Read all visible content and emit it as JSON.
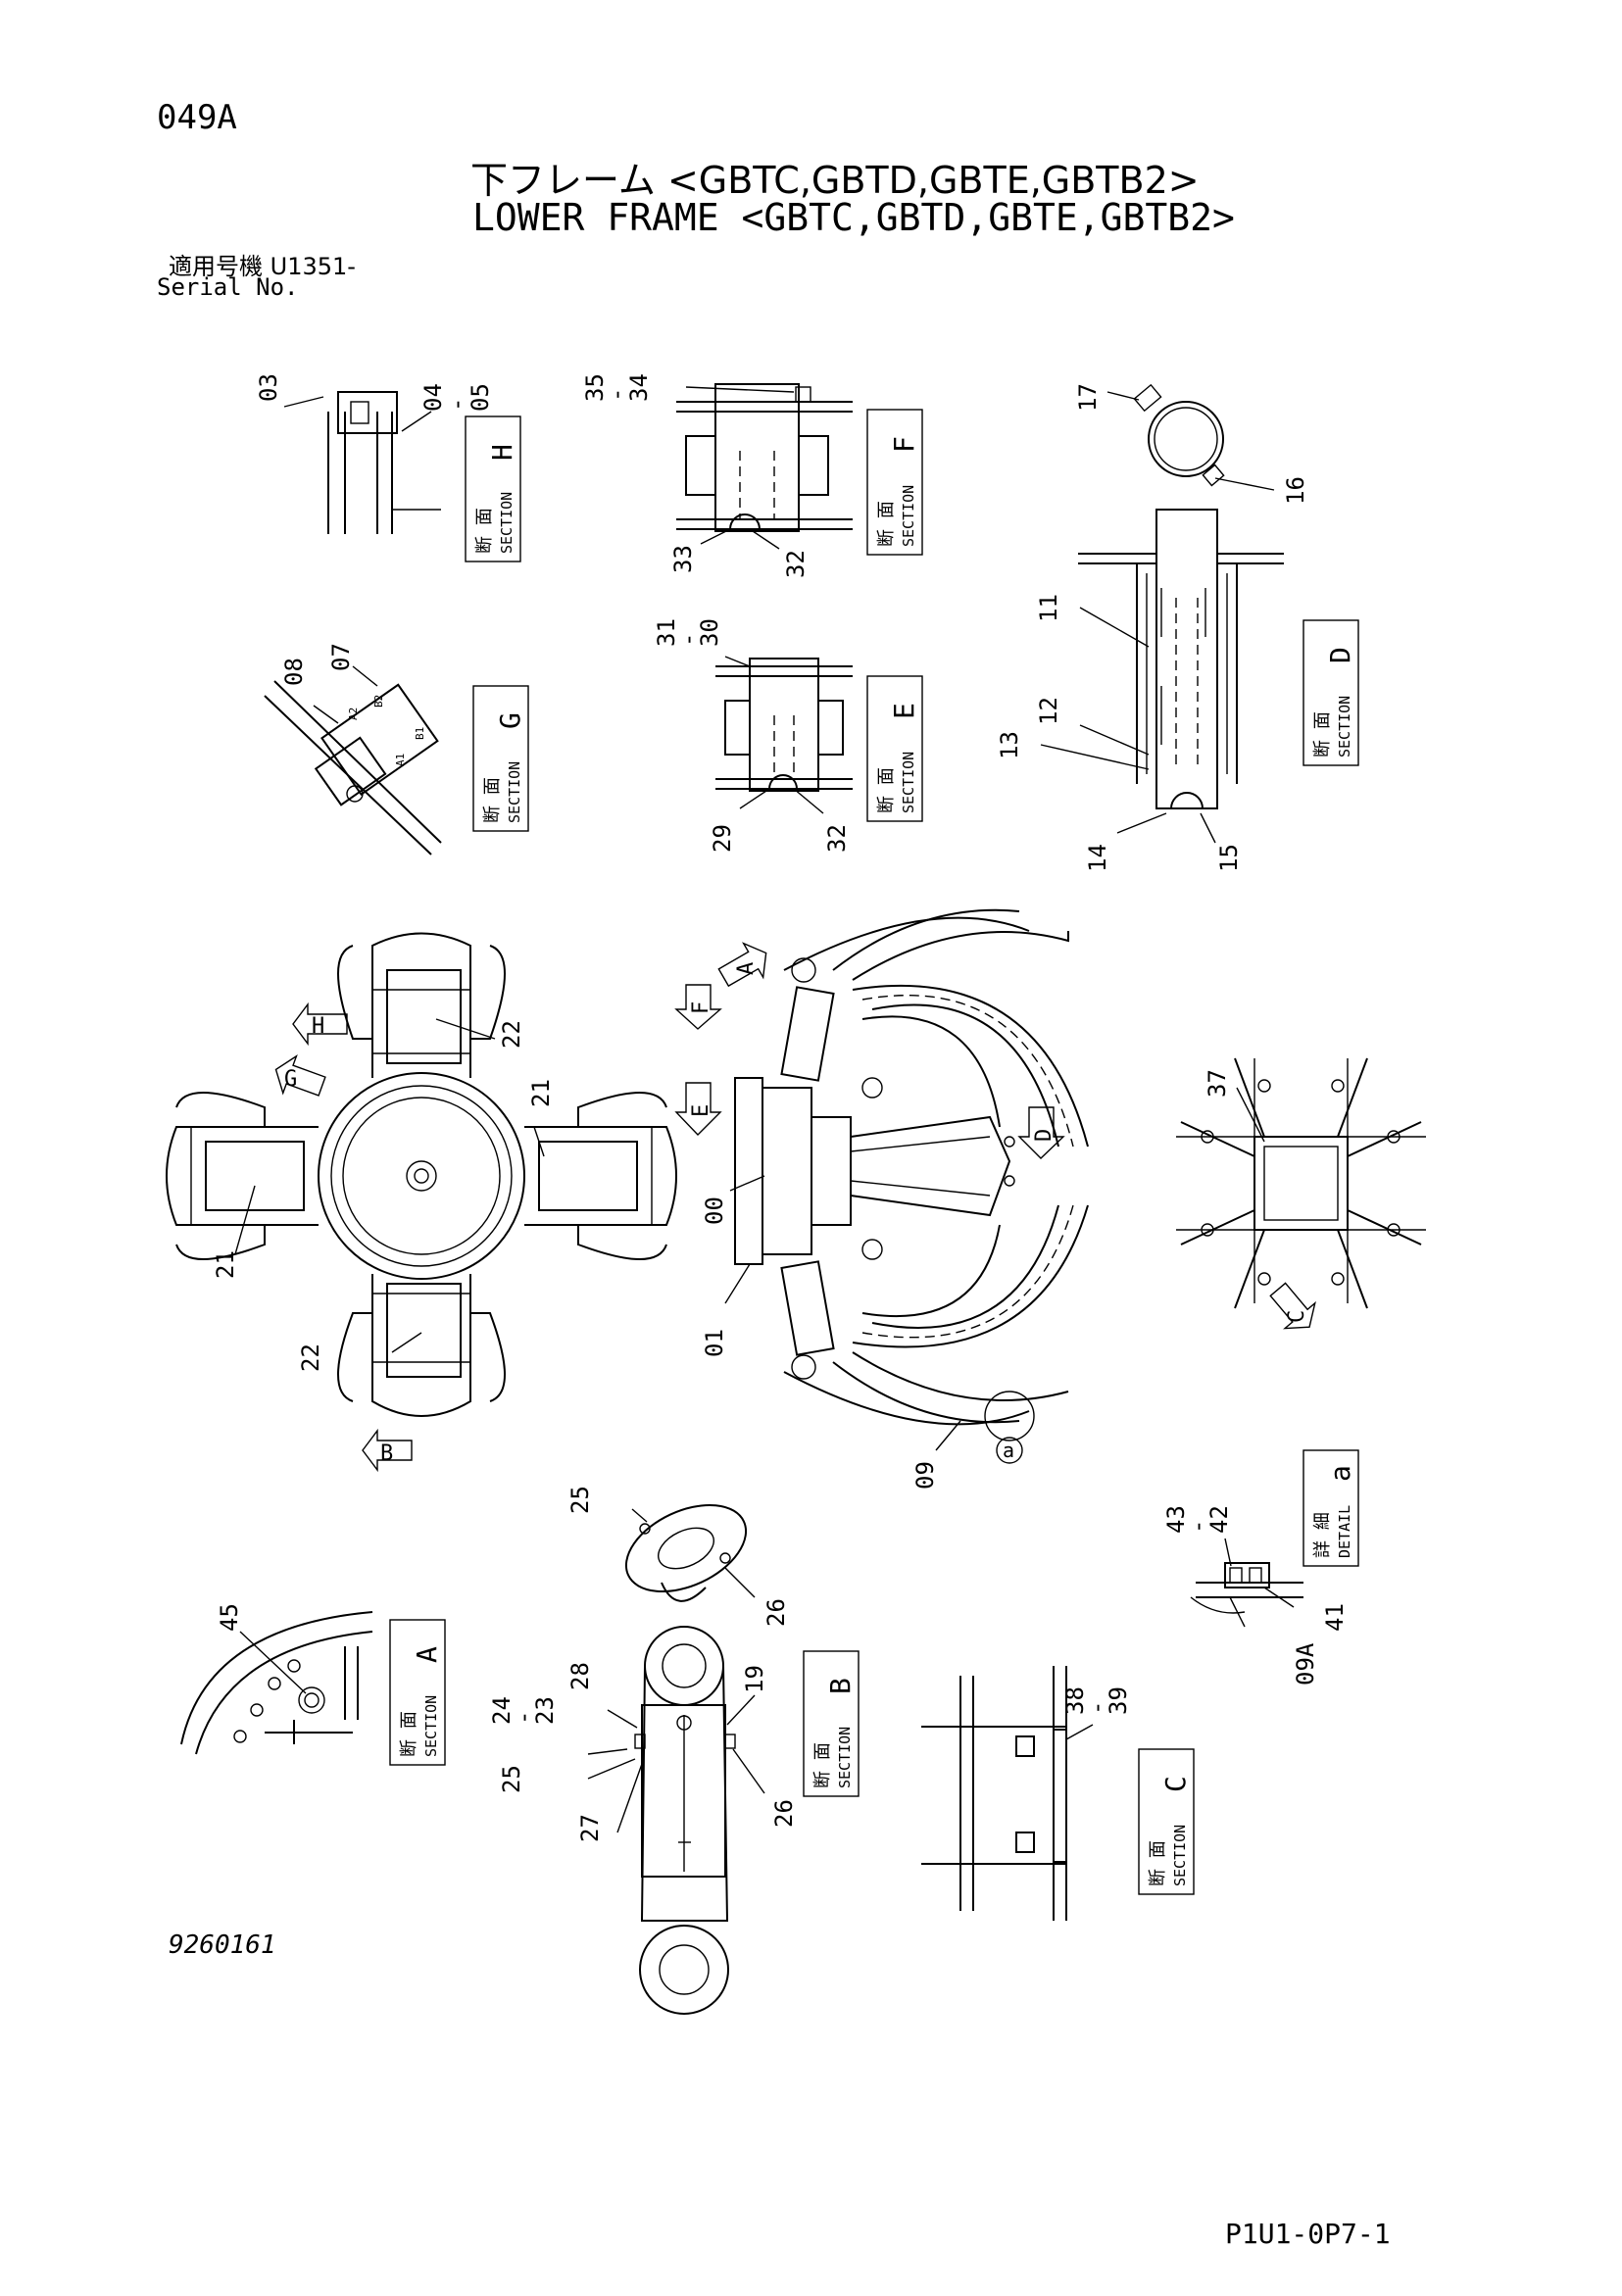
{
  "header": {
    "page_number": "049A",
    "title_jp": "下フレーム <GBTC,GBTD,GBTE,GBTB2>",
    "title_en": "LOWER FRAME <GBTC,GBTD,GBTE,GBTB2>",
    "serial_jp": "適用号機  U1351-",
    "serial_en": "Serial No."
  },
  "footer": {
    "drawing_number": "9260161",
    "sheet_code": "P1U1-0P7-1"
  },
  "sections": {
    "H": {
      "jp": "断 面",
      "en": "SECTION",
      "letter": "H"
    },
    "F": {
      "jp": "断 面",
      "en": "SECTION",
      "letter": "F"
    },
    "G": {
      "jp": "断 面",
      "en": "SECTION",
      "letter": "G"
    },
    "E": {
      "jp": "断 面",
      "en": "SECTION",
      "letter": "E"
    },
    "D": {
      "jp": "断 面",
      "en": "SECTION",
      "letter": "D"
    },
    "A": {
      "jp": "断 面",
      "en": "SECTION",
      "letter": "A"
    },
    "B": {
      "jp": "断 面",
      "en": "SECTION",
      "letter": "B"
    },
    "C": {
      "jp": "断 面",
      "en": "SECTION",
      "letter": "C"
    },
    "a": {
      "jp": "詳 細",
      "en": "DETAIL",
      "letter": "a"
    }
  },
  "view_arrows": {
    "H": "H",
    "G": "G",
    "B": "B",
    "A": "A",
    "F": "F",
    "E": "E",
    "D": "D",
    "C": "C"
  },
  "parts": {
    "p03": "03",
    "p04_05": "04\n-\n05",
    "p35_34": "35\n-\n34",
    "p33": "33",
    "p32a": "32",
    "p17": "17",
    "p16": "16",
    "p31_30": "31\n-\n30",
    "p08": "08",
    "p07": "07",
    "p29": "29",
    "p32b": "32",
    "p11": "11",
    "p12": "12",
    "p13": "13",
    "p14": "14",
    "p15": "15",
    "p22a": "22",
    "p21a": "21",
    "p21b": "21",
    "p22b": "22",
    "p00": "00",
    "p01": "01",
    "p09": "09",
    "p37": "37",
    "p25a": "25",
    "p26a": "26",
    "p43_42": "43\n-\n42",
    "p41": "41",
    "p09A": "09A",
    "p45": "45",
    "p28": "28",
    "p24_23": "24\n-\n23",
    "p19": "19",
    "p25b": "25",
    "p27": "27",
    "p26b": "26",
    "p38_39": "38\n-\n39"
  },
  "callouts": {
    "detail_a": "a",
    "b_a1": "A1",
    "b_b1": "B1",
    "b_a2": "A2",
    "b_b2": "B2"
  }
}
